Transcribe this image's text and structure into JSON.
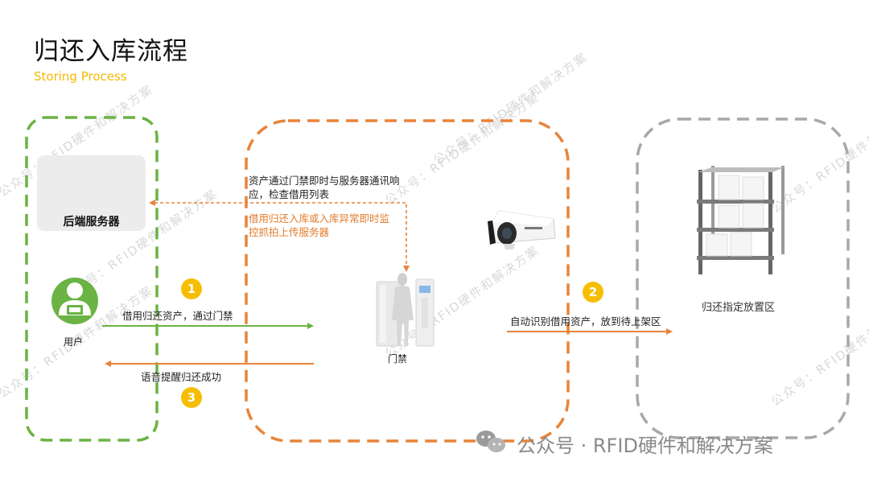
{
  "header": {
    "title": "归还入库流程",
    "subtitle": "Storing Process"
  },
  "nodes": {
    "server_label": "后端服务器",
    "user_label": "用户",
    "gate_label": "门禁",
    "shelf_label": "归还指定放置区"
  },
  "steps": {
    "step1_number": "1",
    "step1_label": "借用归还资产，通过门禁",
    "step2_number": "2",
    "step2_label": "自动识别借用资产，放到待上架区",
    "step3_number": "3",
    "step3_label": "语音提醒归还成功"
  },
  "notes": {
    "server_comm_line1": "资产通过门禁即时与服务器通讯响",
    "server_comm_line2": "应，检查借用列表",
    "exception_line1": "借用归还入库或入库异常即时监",
    "exception_line2": "控抓拍上传服务器"
  },
  "footer": {
    "text": "公众号 · RFID硬件和解决方案"
  },
  "watermark": {
    "text": "公众号：RFID硬件和解决方案"
  },
  "colors": {
    "green": "#6ab344",
    "orange": "#e8843a",
    "gray": "#a8a8a8",
    "accent_yellow": "#f6be00"
  },
  "icons": {
    "server": "laptop-icon",
    "user": "user-avatar-icon",
    "gate": "gate-icon",
    "camera": "camera-icon",
    "shelf": "shelf-icon",
    "footer": "wechat-icon"
  }
}
